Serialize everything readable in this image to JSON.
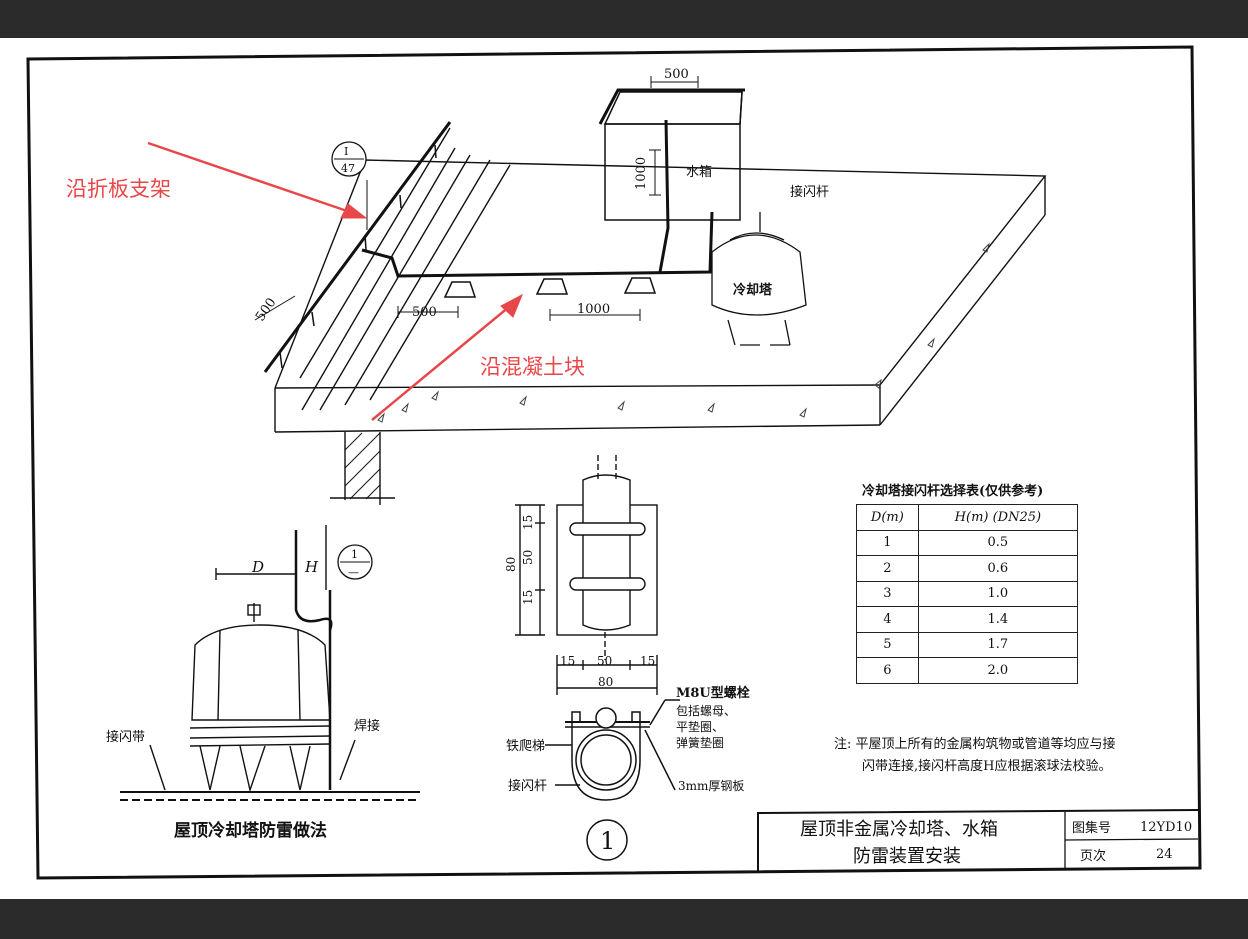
{
  "annotations": {
    "fold_bracket": "沿折板支架",
    "concrete_block": "沿混凝土块"
  },
  "top_diagram": {
    "ref_num": "I",
    "ref_den": "47",
    "dim_500_top": "500",
    "dim_1000_tank": "1000",
    "water_tank": "水箱",
    "air_terminal": "接闪杆",
    "cooling_tower": "冷却塔",
    "dim_500_left": "500",
    "dim_500_mid": "500",
    "dim_1000_mid": "1000"
  },
  "left_detail": {
    "D": "D",
    "H": "H",
    "ref_num": "1",
    "ref_den": "—",
    "conductor": "接闪带",
    "weld": "焊接",
    "title": "屋顶冷却塔防雷做法"
  },
  "clamp_detail": {
    "d15a": "15",
    "d50v": "50",
    "d15b": "15",
    "d80v": "80",
    "d15c": "15",
    "d50h": "50",
    "d15d": "15",
    "d80h": "80",
    "bolt": "M8U型螺栓",
    "bolt_note1": "包括螺母、",
    "bolt_note2": "平垫圈、",
    "bolt_note3": "弹簧垫圈",
    "ladder": "铁爬梯",
    "rod": "接闪杆",
    "plate": "3mm厚钢板",
    "number": "1"
  },
  "table": {
    "title": "冷却塔接闪杆选择表(仅供参考)",
    "headers": [
      "D(m)",
      "H(m) (DN25)"
    ],
    "rows": [
      [
        "1",
        "0.5"
      ],
      [
        "2",
        "0.6"
      ],
      [
        "3",
        "1.0"
      ],
      [
        "4",
        "1.4"
      ],
      [
        "5",
        "1.7"
      ],
      [
        "6",
        "2.0"
      ]
    ]
  },
  "note": {
    "line1": "注: 平屋顶上所有的金属构筑物或管道等均应与接",
    "line2": "闪带连接,接闪杆高度H应根据滚球法校验。"
  },
  "title_block": {
    "title1": "屋顶非金属冷却塔、水箱",
    "title2": "防雷装置安装",
    "atlas_label": "图集号",
    "atlas_value": "12YD10",
    "page_label": "页次",
    "page_value": "24"
  },
  "colors": {
    "annotation": "#e8474a",
    "ink": "#111111"
  }
}
